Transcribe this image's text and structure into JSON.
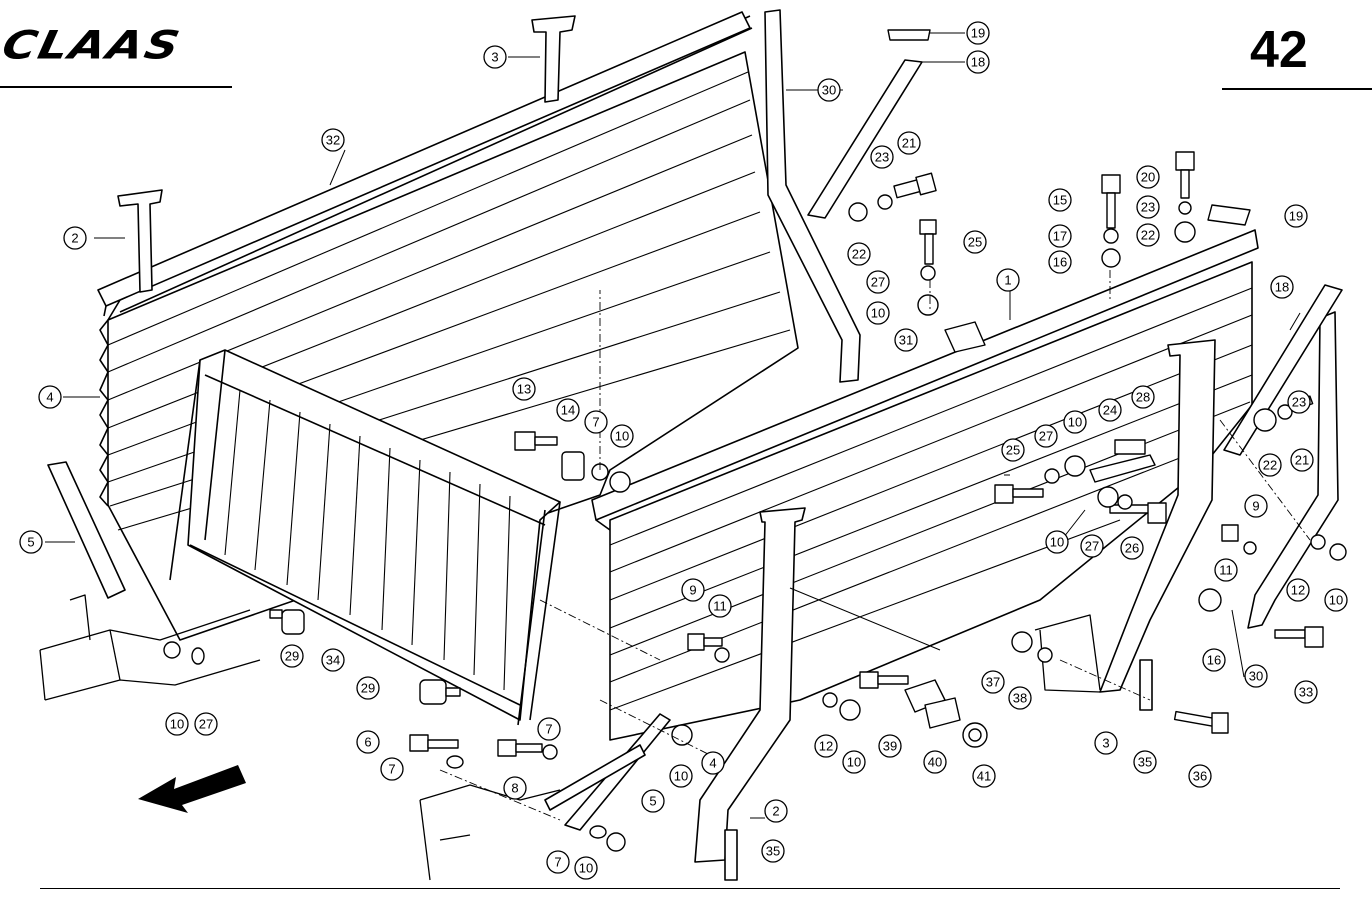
{
  "header": {
    "brand": "CLAAS",
    "page_number": "42"
  },
  "callouts": [
    {
      "id": "c32",
      "label": "32"
    },
    {
      "id": "c3a",
      "label": "3"
    },
    {
      "id": "c30a",
      "label": "30"
    },
    {
      "id": "c19a",
      "label": "19"
    },
    {
      "id": "c18a",
      "label": "18"
    },
    {
      "id": "c23a",
      "label": "23"
    },
    {
      "id": "c21a",
      "label": "21"
    },
    {
      "id": "c22a",
      "label": "22"
    },
    {
      "id": "c25a",
      "label": "25"
    },
    {
      "id": "c27a",
      "label": "27"
    },
    {
      "id": "c10a",
      "label": "10"
    },
    {
      "id": "c31",
      "label": "31"
    },
    {
      "id": "c1",
      "label": "1"
    },
    {
      "id": "c15",
      "label": "15"
    },
    {
      "id": "c17",
      "label": "17"
    },
    {
      "id": "c16a",
      "label": "16"
    },
    {
      "id": "c20",
      "label": "20"
    },
    {
      "id": "c23b",
      "label": "23"
    },
    {
      "id": "c22b",
      "label": "22"
    },
    {
      "id": "c19b",
      "label": "19"
    },
    {
      "id": "c18b",
      "label": "18"
    },
    {
      "id": "c23c",
      "label": "23"
    },
    {
      "id": "c22c",
      "label": "22"
    },
    {
      "id": "c21b",
      "label": "21"
    },
    {
      "id": "c2a",
      "label": "2"
    },
    {
      "id": "c4a",
      "label": "4"
    },
    {
      "id": "c5a",
      "label": "5"
    },
    {
      "id": "c13",
      "label": "13"
    },
    {
      "id": "c14",
      "label": "14"
    },
    {
      "id": "c7a",
      "label": "7"
    },
    {
      "id": "c10b",
      "label": "10"
    },
    {
      "id": "c25b",
      "label": "25"
    },
    {
      "id": "c27b",
      "label": "27"
    },
    {
      "id": "c10c",
      "label": "10"
    },
    {
      "id": "c24",
      "label": "24"
    },
    {
      "id": "c28",
      "label": "28"
    },
    {
      "id": "c10d",
      "label": "10"
    },
    {
      "id": "c27c",
      "label": "27"
    },
    {
      "id": "c26",
      "label": "26"
    },
    {
      "id": "c9a",
      "label": "9"
    },
    {
      "id": "c11a",
      "label": "11"
    },
    {
      "id": "c12a",
      "label": "12"
    },
    {
      "id": "c10e",
      "label": "10"
    },
    {
      "id": "c16b",
      "label": "16"
    },
    {
      "id": "c30b",
      "label": "30"
    },
    {
      "id": "c33",
      "label": "33"
    },
    {
      "id": "c10f",
      "label": "10"
    },
    {
      "id": "c27d",
      "label": "27"
    },
    {
      "id": "c29a",
      "label": "29"
    },
    {
      "id": "c34",
      "label": "34"
    },
    {
      "id": "c29b",
      "label": "29"
    },
    {
      "id": "c9b",
      "label": "9"
    },
    {
      "id": "c11b",
      "label": "11"
    },
    {
      "id": "c7b",
      "label": "7"
    },
    {
      "id": "c6",
      "label": "6"
    },
    {
      "id": "c7c",
      "label": "7"
    },
    {
      "id": "c8",
      "label": "8"
    },
    {
      "id": "c10g",
      "label": "10"
    },
    {
      "id": "c4b",
      "label": "4"
    },
    {
      "id": "c5b",
      "label": "5"
    },
    {
      "id": "c12b",
      "label": "12"
    },
    {
      "id": "c10h",
      "label": "10"
    },
    {
      "id": "c39",
      "label": "39"
    },
    {
      "id": "c40",
      "label": "40"
    },
    {
      "id": "c41",
      "label": "41"
    },
    {
      "id": "c37",
      "label": "37"
    },
    {
      "id": "c38",
      "label": "38"
    },
    {
      "id": "c3b",
      "label": "3"
    },
    {
      "id": "c35a",
      "label": "35"
    },
    {
      "id": "c36",
      "label": "36"
    },
    {
      "id": "c2b",
      "label": "2"
    },
    {
      "id": "c35b",
      "label": "35"
    },
    {
      "id": "c7d",
      "label": "7"
    },
    {
      "id": "c10i",
      "label": "10"
    }
  ]
}
